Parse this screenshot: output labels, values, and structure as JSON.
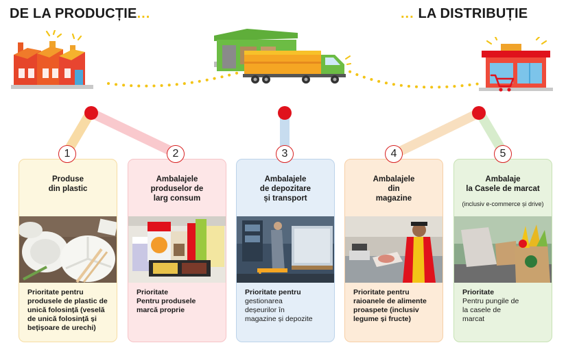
{
  "headings": {
    "left": "DE LA PRODUCȚIE",
    "right": "LA DISTRIBUȚIE",
    "dots": "..."
  },
  "colors": {
    "red": "#e0121c",
    "yellow": "#f3c417"
  },
  "icons": [
    "factory-icon",
    "warehouse-truck-icon",
    "store-icon"
  ],
  "cards": [
    {
      "number": "1",
      "title_lines": [
        "Produse",
        "din plastic"
      ],
      "desc_lines": [
        "Prioritate pentru",
        "produsele de plastic de",
        "unică folosință (veselă",
        "de unică folosință și",
        "bețișoare de urechi)"
      ]
    },
    {
      "number": "2",
      "title_lines": [
        "Ambalajele",
        "produselor de",
        "larg consum"
      ],
      "desc_lines": [
        "Prioritate",
        "Pentru produsele",
        "marcă proprie"
      ]
    },
    {
      "number": "3",
      "title_lines": [
        "Ambalajele",
        "de depozitare",
        "și transport"
      ],
      "desc_lines": [
        "Prioritate pentru",
        "gestionarea",
        "deșeurilor în",
        "magazine și depozite"
      ]
    },
    {
      "number": "4",
      "title_lines": [
        "Ambalajele",
        "din",
        "magazine"
      ],
      "desc_lines": [
        "Prioritate pentru",
        "raioanele de alimente",
        "proaspete (inclusiv",
        "legume și fructe)"
      ]
    },
    {
      "number": "5",
      "title_lines": [
        "Ambalaje",
        "la Casele de marcat"
      ],
      "note": "(inclusiv e-commerce și drive)",
      "desc_lines": [
        "Prioritate",
        "Pentru pungile de",
        "la casele de",
        "marcat"
      ]
    }
  ]
}
